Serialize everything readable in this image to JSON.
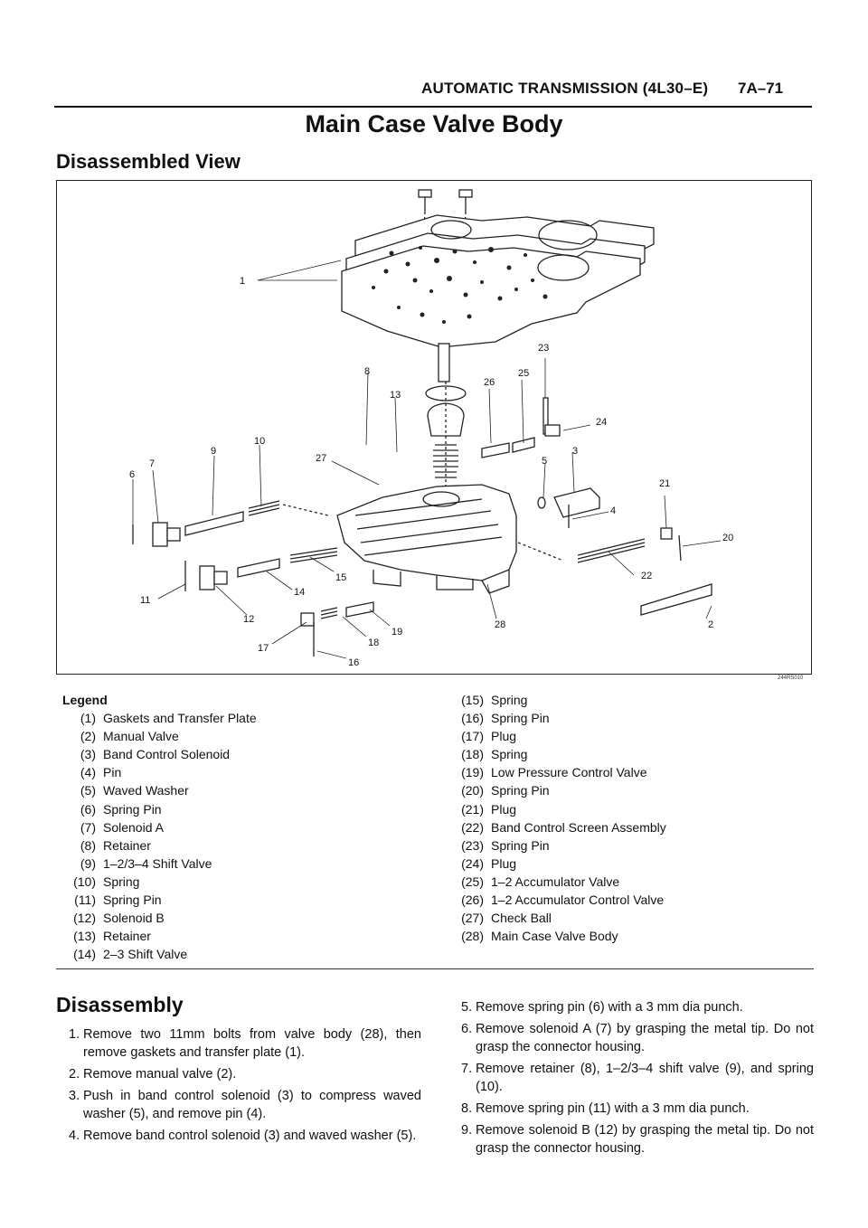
{
  "header": {
    "title": "AUTOMATIC TRANSMISSION (4L30–E)",
    "page": "7A–71"
  },
  "main_title": "Main Case Valve Body",
  "section_title": "Disassembled View",
  "figure": {
    "code": "244RS010",
    "callouts": [
      "1",
      "2",
      "3",
      "4",
      "5",
      "6",
      "7",
      "8",
      "9",
      "10",
      "11",
      "12",
      "13",
      "14",
      "15",
      "16",
      "17",
      "18",
      "19",
      "20",
      "21",
      "22",
      "23",
      "24",
      "25",
      "26",
      "27",
      "28"
    ]
  },
  "legend": {
    "title": "Legend",
    "items": [
      {
        "num": "(1)",
        "label": "Gaskets and Transfer Plate"
      },
      {
        "num": "(2)",
        "label": "Manual Valve"
      },
      {
        "num": "(3)",
        "label": "Band Control Solenoid"
      },
      {
        "num": "(4)",
        "label": "Pin"
      },
      {
        "num": "(5)",
        "label": "Waved Washer"
      },
      {
        "num": "(6)",
        "label": "Spring Pin"
      },
      {
        "num": "(7)",
        "label": "Solenoid A"
      },
      {
        "num": "(8)",
        "label": "Retainer"
      },
      {
        "num": "(9)",
        "label": "1–2/3–4 Shift Valve"
      },
      {
        "num": "(10)",
        "label": "Spring"
      },
      {
        "num": "(11)",
        "label": "Spring Pin"
      },
      {
        "num": "(12)",
        "label": "Solenoid B"
      },
      {
        "num": "(13)",
        "label": "Retainer"
      },
      {
        "num": "(14)",
        "label": "2–3 Shift Valve"
      },
      {
        "num": "(15)",
        "label": "Spring"
      },
      {
        "num": "(16)",
        "label": "Spring Pin"
      },
      {
        "num": "(17)",
        "label": "Plug"
      },
      {
        "num": "(18)",
        "label": "Spring"
      },
      {
        "num": "(19)",
        "label": "Low Pressure Control Valve"
      },
      {
        "num": "(20)",
        "label": "Spring Pin"
      },
      {
        "num": "(21)",
        "label": "Plug"
      },
      {
        "num": "(22)",
        "label": "Band Control Screen Assembly"
      },
      {
        "num": "(23)",
        "label": "Spring Pin"
      },
      {
        "num": "(24)",
        "label": "Plug"
      },
      {
        "num": "(25)",
        "label": "1–2 Accumulator Valve"
      },
      {
        "num": "(26)",
        "label": "1–2 Accumulator Control Valve"
      },
      {
        "num": "(27)",
        "label": "Check Ball"
      },
      {
        "num": "(28)",
        "label": "Main Case Valve Body"
      }
    ]
  },
  "disassembly": {
    "title": "Disassembly",
    "steps": [
      {
        "n": "1.",
        "text": "Remove two 11mm bolts from valve body (28), then remove gaskets and transfer plate (1)."
      },
      {
        "n": "2.",
        "text": "Remove manual valve (2)."
      },
      {
        "n": "3.",
        "text": "Push in band control solenoid (3) to compress waved washer (5), and remove pin (4)."
      },
      {
        "n": "4.",
        "text": "Remove band control solenoid (3) and waved washer (5)."
      },
      {
        "n": "5.",
        "text": "Remove spring pin (6) with a 3 mm dia punch."
      },
      {
        "n": "6.",
        "text": "Remove solenoid A (7) by grasping the metal tip. Do not grasp the connector housing."
      },
      {
        "n": "7.",
        "text": "Remove retainer (8), 1–2/3–4 shift valve (9), and spring (10)."
      },
      {
        "n": "8.",
        "text": "Remove spring pin (11) with a 3 mm dia punch."
      },
      {
        "n": "9.",
        "text": "Remove solenoid B (12) by grasping the metal tip. Do not grasp the connector housing."
      }
    ]
  }
}
